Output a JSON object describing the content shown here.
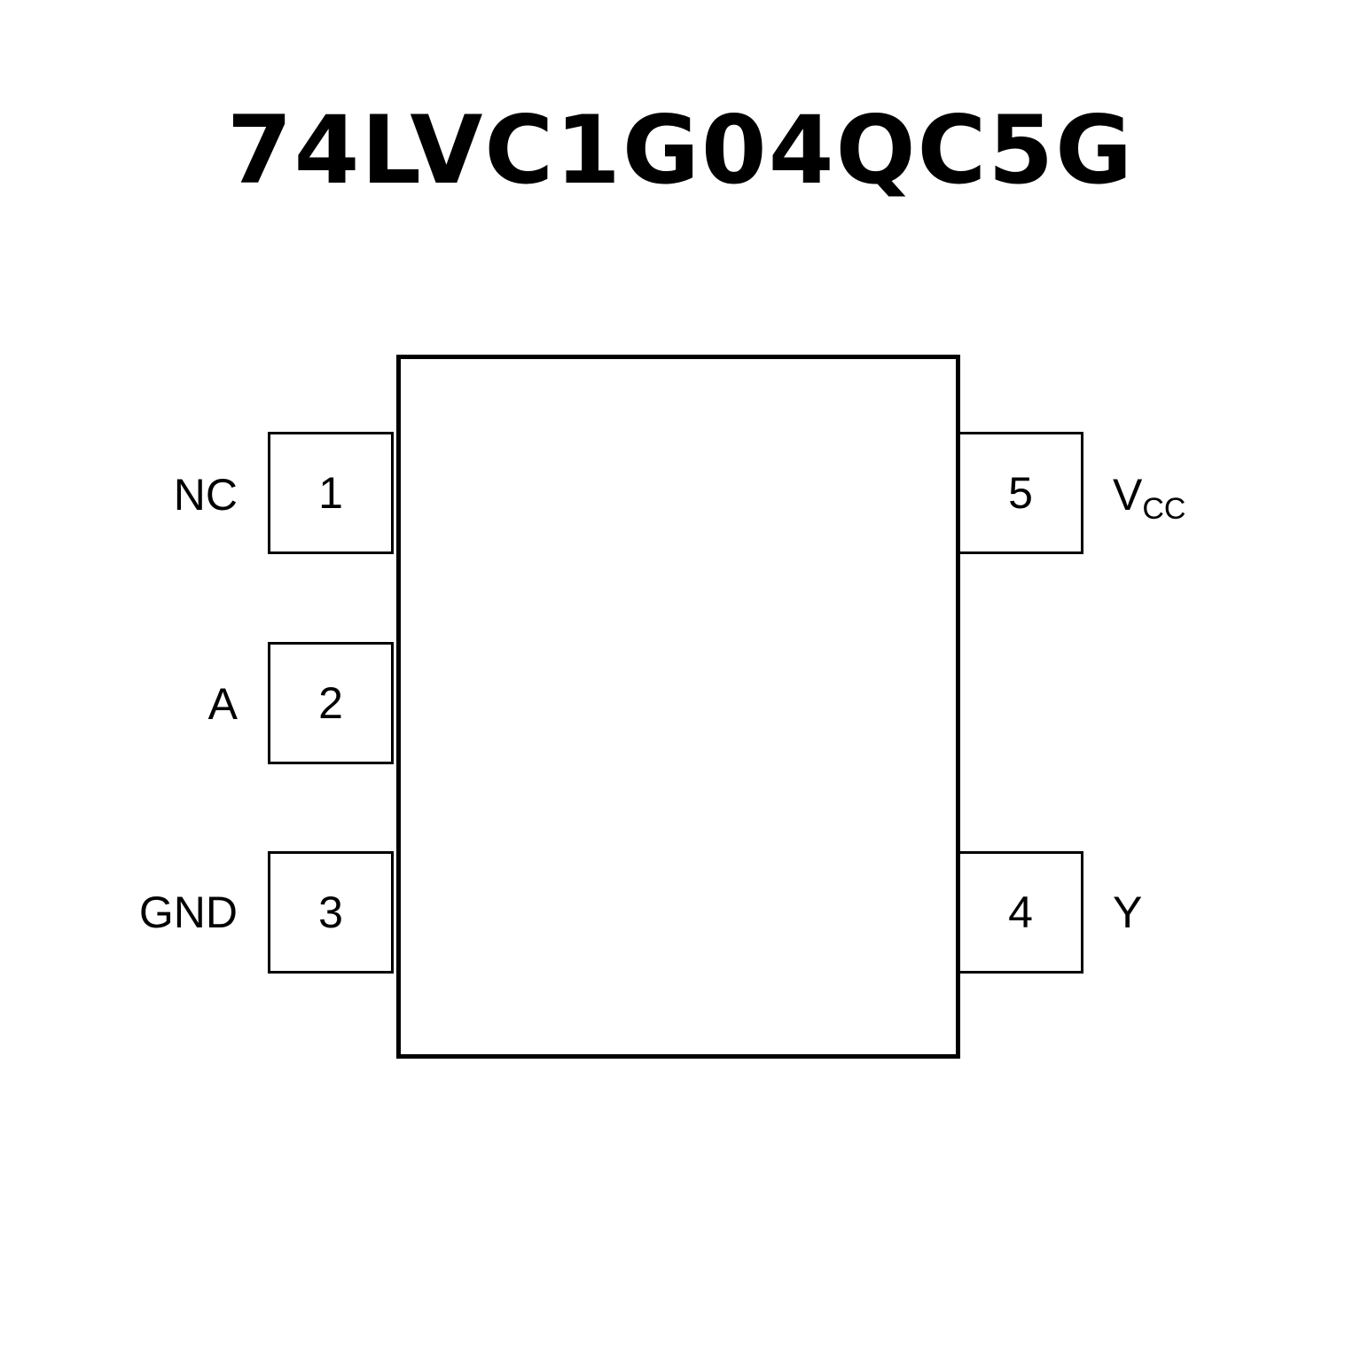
{
  "title": "74LVC1G04QC5G",
  "pins": [
    {
      "num": "1",
      "name": "NC"
    },
    {
      "num": "2",
      "name": "A"
    },
    {
      "num": "3",
      "name": "GND"
    },
    {
      "num": "4",
      "name": "Y"
    },
    {
      "num": "5",
      "name": "V",
      "name_sub": "CC"
    }
  ]
}
